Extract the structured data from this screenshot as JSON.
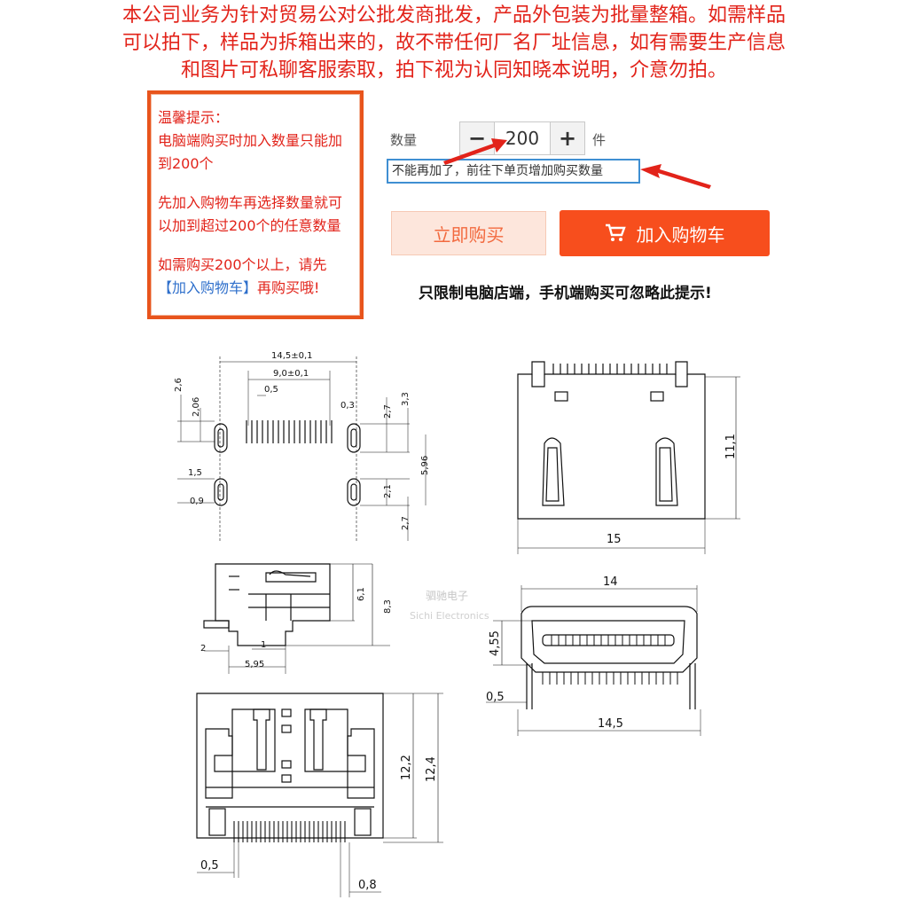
{
  "notice": {
    "line1": "本公司业务为针对贸易公对公批发商批发，产品外包装为批量整箱。如需样品",
    "line2": "可以拍下，样品为拆箱出来的，故不带任何厂名厂址信息，如有需要生产信息",
    "line3": "和图片可私聊客服索取，拍下视为认同知晓本说明，介意勿拍。",
    "color": "#e2231a"
  },
  "tip": {
    "title": "温馨提示：",
    "p1a": "电脑端购买时加入数量只能加",
    "p1b": "到200个",
    "p2a": "先加入购物车再选择数量就可",
    "p2b": "以加到超过200个的任意数量",
    "p3a": "如需购买200个以上，请先",
    "p3b_blue": "【加入购物车】",
    "p3c": "再购买哦!"
  },
  "purchase": {
    "qty_label": "数量",
    "minus": "−",
    "plus": "+",
    "qty_value": "200",
    "unit": "件",
    "limit_message": "不能再加了，前往下单页增加购买数量",
    "buy_now": "立即购买",
    "add_to_cart": "加入购物车",
    "pc_only_note": "只限制电脑店端，手机端购买可忽略此提示!",
    "accent": "#f74e1d"
  },
  "drawing": {
    "watermark_cn": "驷驰电子",
    "watermark_en": "Sichi Electronics",
    "d_14_5_tol": "14,5±0,1",
    "d_9_tol": "9,0±0,1",
    "d_0_5a": "0,5",
    "d_0_3": "0,3",
    "d_2_6": "2,6",
    "d_2_06": "2,06",
    "d_2_7a": "2,7",
    "d_3_3": "3,3",
    "d_5_96": "5,96",
    "d_1_5": "1,5",
    "d_0_9": "0,9",
    "d_2_1": "2,1",
    "d_2_7b": "2,7",
    "d_11_1": "11,1",
    "d_15": "15",
    "d_6_1": "6,1",
    "d_8_3": "8,3",
    "d_2": "2",
    "d_1": "1",
    "d_5_95": "5,95",
    "d_14": "14",
    "d_4_55": "4,55",
    "d_0_5b": "0,5",
    "d_14_5": "14,5",
    "d_12_2": "12,2",
    "d_12_4": "12,4",
    "d_0_5c": "0,5",
    "d_0_8": "0,8"
  }
}
